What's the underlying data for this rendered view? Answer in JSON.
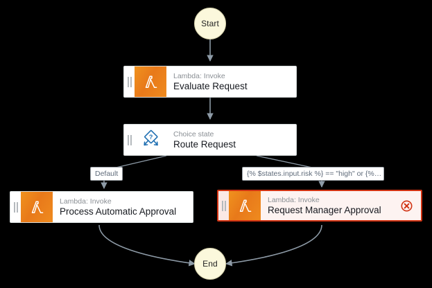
{
  "canvas": {
    "background": "#000000",
    "edge_color": "#8d9aa6"
  },
  "nodes": {
    "start": {
      "label": "Start",
      "type": "start-state"
    },
    "evaluate_request": {
      "subtitle": "Lambda: Invoke",
      "title": "Evaluate Request",
      "icon": "lambda-icon"
    },
    "route_request": {
      "subtitle": "Choice state",
      "title": "Route Request",
      "icon": "choice-icon"
    },
    "process_automatic_approval": {
      "subtitle": "Lambda: Invoke",
      "title": "Process Automatic Approval",
      "icon": "lambda-icon"
    },
    "request_manager_approval": {
      "subtitle": "Lambda: Invoke",
      "title": "Request Manager Approval",
      "icon": "lambda-icon",
      "status": "error",
      "status_icon": "error-circle-x-icon",
      "status_color": "#d13212"
    },
    "end": {
      "label": "End",
      "type": "end-state"
    }
  },
  "edge_labels": {
    "default_branch": "Default",
    "risk_condition": "{% $states.input.risk %} == \"high\" or {%…"
  }
}
